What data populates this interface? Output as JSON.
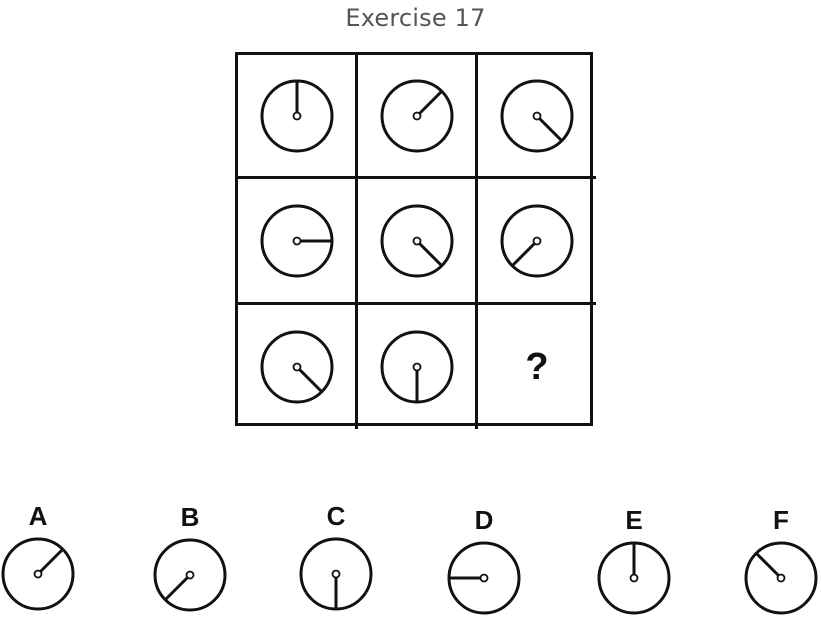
{
  "title": "Exercise 17",
  "grid": {
    "cells": [
      {
        "row": 1,
        "col": 1,
        "hand_angle_deg": 0
      },
      {
        "row": 1,
        "col": 2,
        "hand_angle_deg": 45
      },
      {
        "row": 1,
        "col": 3,
        "hand_angle_deg": 135
      },
      {
        "row": 2,
        "col": 1,
        "hand_angle_deg": 90
      },
      {
        "row": 2,
        "col": 2,
        "hand_angle_deg": 135
      },
      {
        "row": 2,
        "col": 3,
        "hand_angle_deg": 225
      },
      {
        "row": 3,
        "col": 1,
        "hand_angle_deg": 135
      },
      {
        "row": 3,
        "col": 2,
        "hand_angle_deg": 180
      },
      {
        "row": 3,
        "col": 3,
        "missing": true,
        "symbol": "?"
      }
    ]
  },
  "options": [
    {
      "label": "A",
      "hand_angle_deg": 45
    },
    {
      "label": "B",
      "hand_angle_deg": 225
    },
    {
      "label": "C",
      "hand_angle_deg": 180
    },
    {
      "label": "D",
      "hand_angle_deg": 270
    },
    {
      "label": "E",
      "hand_angle_deg": 0
    },
    {
      "label": "F",
      "hand_angle_deg": 315
    }
  ]
}
